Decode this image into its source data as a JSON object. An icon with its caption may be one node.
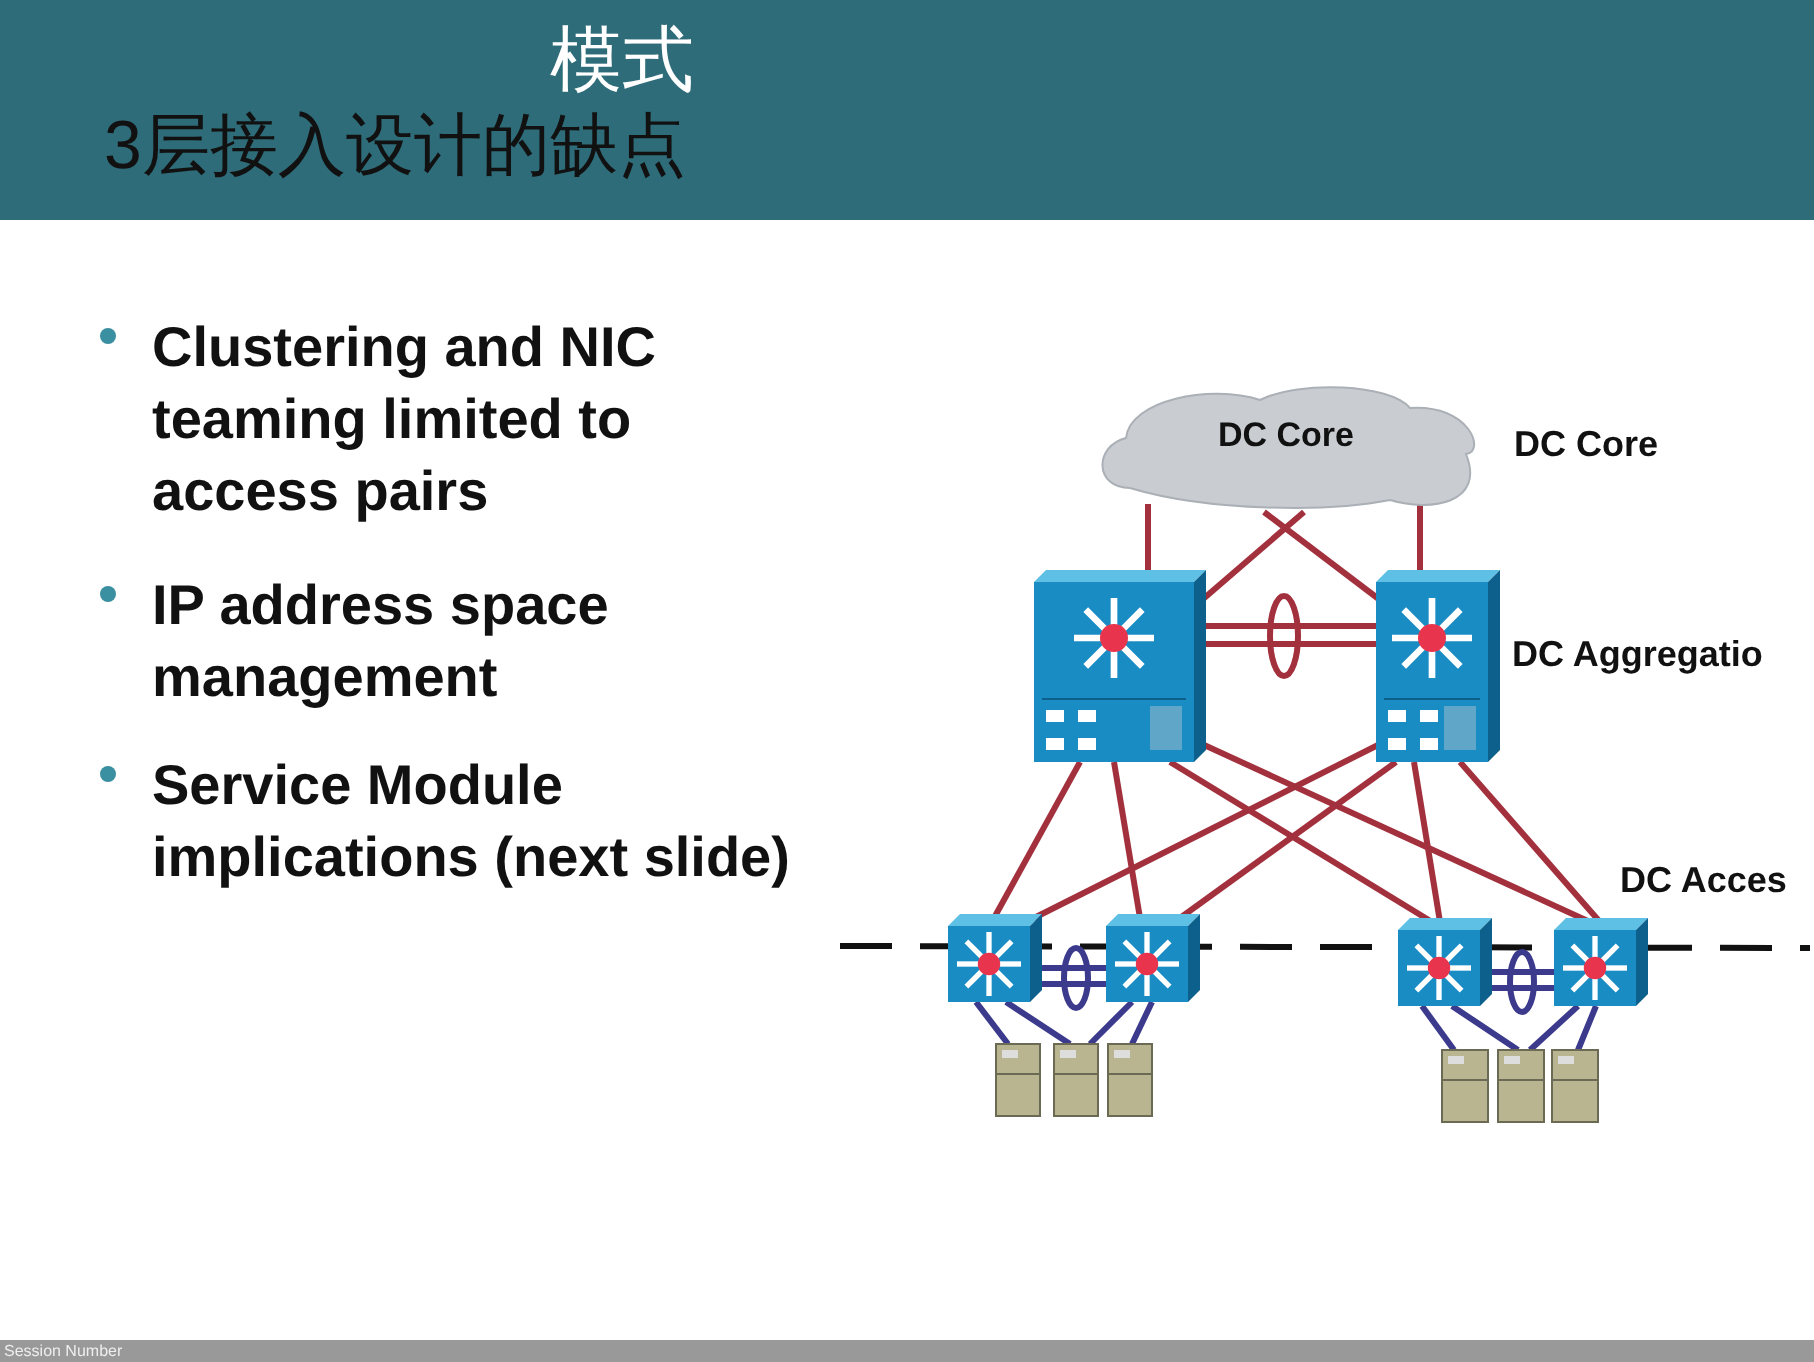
{
  "diagram": {
    "title": "3层接入设计的缺点",
    "nodes": [
      {
        "text": [
          "DC Core"
        ]
      },
      {
        "text": [],
        "shape": "picture"
      },
      {
        "text": [],
        "shape": "picture"
      },
      {
        "text": [],
        "shape": "picture"
      },
      {
        "text": [],
        "shape": "picture"
      },
      {
        "text": [],
        "shape": "picture"
      },
      {
        "text": [],
        "shape": "picture"
      },
      {
        "text": [],
        "shape": "picture"
      },
      {
        "text": [],
        "shape": "picture"
      },
      {
        "text": [],
        "shape": "picture"
      },
      {
        "text": [],
        "shape": "picture"
      },
      {
        "text": [],
        "shape": "picture"
      },
      {
        "text": [],
        "shape": "picture"
      }
    ],
    "edges": [
      {
        "from": 0,
        "to": 1,
        "arrow": "none"
      },
      {
        "from": 0,
        "to": 1,
        "arrow": "none"
      },
      {
        "from": 0,
        "to": 2,
        "arrow": "none"
      },
      {
        "from": 0,
        "to": 2,
        "arrow": "none"
      },
      {
        "from": 1,
        "to": 2,
        "arrow": "none"
      },
      {
        "from": 1,
        "to": 2,
        "arrow": "none"
      },
      {
        "from": 1,
        "to": 3,
        "arrow": "none"
      },
      {
        "from": 1,
        "to": 4,
        "arrow": "none"
      },
      {
        "from": 1,
        "to": 5,
        "arrow": "none"
      },
      {
        "from": 1,
        "to": 6,
        "arrow": "none"
      },
      {
        "from": 2,
        "to": 3,
        "arrow": "none"
      },
      {
        "from": 2,
        "to": 4,
        "arrow": "none"
      },
      {
        "from": 2,
        "to": 5,
        "arrow": "none"
      },
      {
        "from": 2,
        "to": 6,
        "arrow": "none"
      },
      {
        "from": 3,
        "to": 4,
        "arrow": "none",
        "color": "#3b3a8c"
      },
      {
        "from": 3,
        "to": 4,
        "arrow": "none",
        "color": "#3b3a8c"
      },
      {
        "from": 5,
        "to": 6,
        "arrow": "none",
        "color": "#3b3a8c"
      },
      {
        "from": 5,
        "to": 6,
        "arrow": "none",
        "color": "#3b3a8c"
      },
      {
        "from": 3,
        "to": 7,
        "arrow": "none",
        "color": "#3b3a8c"
      },
      {
        "from": 3,
        "to": 8,
        "arrow": "none",
        "color": "#3b3a8c"
      },
      {
        "from": 4,
        "to": 8,
        "arrow": "none",
        "color": "#3b3a8c"
      },
      {
        "from": 4,
        "to": 9,
        "arrow": "none",
        "color": "#3b3a8c"
      },
      {
        "from": 5,
        "to": 10,
        "arrow": "none",
        "color": "#3b3a8c"
      },
      {
        "from": 5,
        "to": 11,
        "arrow": "none",
        "color": "#3b3a8c"
      },
      {
        "from": 6,
        "to": 11,
        "arrow": "none",
        "color": "#3b3a8c"
      },
      {
        "from": 6,
        "to": 12,
        "arrow": "none",
        "color": "#3b3a8c"
      }
    ],
    "labels": [
      "模式",
      "Clustering and NIC teaming limited to access pairs",
      "IP address space management",
      "Service Module implications (next slide)",
      "DC Core",
      "DC Aggregatio",
      "DC Acces",
      "Session Number"
    ]
  }
}
